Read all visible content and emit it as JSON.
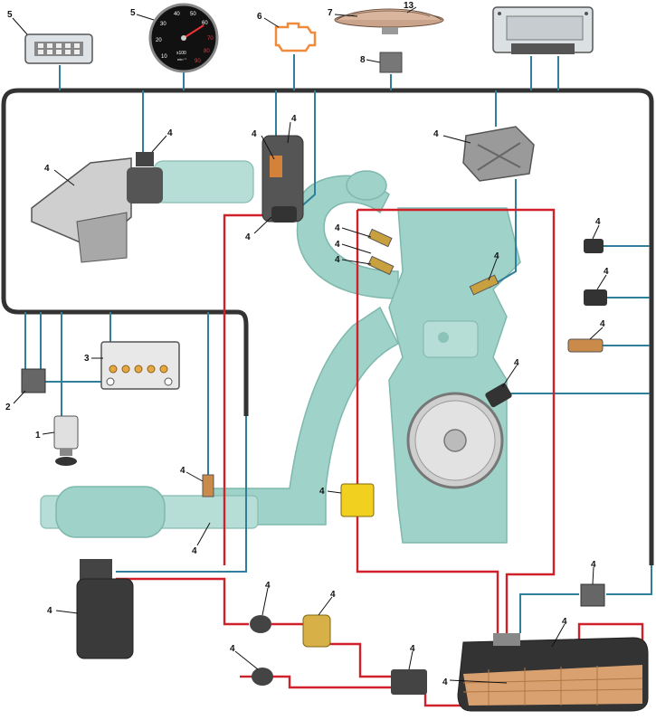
{
  "labels": {
    "l1": "1",
    "l2": "2",
    "l3": "3",
    "l4": "4",
    "l5": "5",
    "l6": "6",
    "l7": "7",
    "l8": "8",
    "l13": "13"
  },
  "speedo": {
    "ticks": [
      "10",
      "20",
      "30",
      "40",
      "50",
      "60",
      "70",
      "80",
      "90"
    ],
    "unit": "x100",
    "sub": "min⁻¹"
  },
  "colors": {
    "signal": "#2f7f9a",
    "fuel": "#d0202a",
    "harness": "#333333",
    "engine": "#9fd2c8",
    "check_engine": "#f08a3c"
  }
}
